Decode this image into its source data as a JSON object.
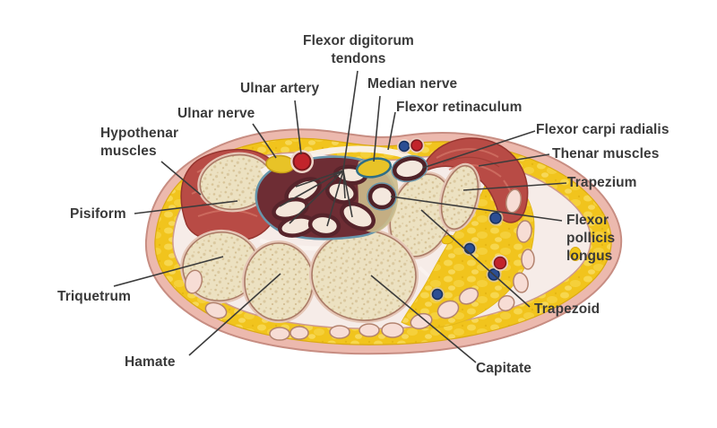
{
  "labels": {
    "flexor_digitorum_tendons": {
      "text": "Flexor digitorum\ntendons"
    },
    "ulnar_artery": {
      "text": "Ulnar artery"
    },
    "ulnar_nerve": {
      "text": "Ulnar nerve"
    },
    "median_nerve": {
      "text": "Median nerve"
    },
    "flexor_retinaculum": {
      "text": "Flexor retinaculum"
    },
    "flexor_carpi_radialis": {
      "text": "Flexor carpi radialis"
    },
    "hypothenar_muscles": {
      "text": "Hypothenar\nmuscles"
    },
    "thenar_muscles": {
      "text": "Thenar muscles"
    },
    "trapezium": {
      "text": "Trapezium"
    },
    "pisiform": {
      "text": "Pisiform"
    },
    "flexor_pollicis_longus": {
      "text": "Flexor\npollicis\nlongus"
    },
    "triquetrum": {
      "text": "Triquetrum"
    },
    "trapezoid": {
      "text": "Trapezoid"
    },
    "hamate": {
      "text": "Hamate"
    },
    "capitate": {
      "text": "Capitate"
    }
  },
  "colors": {
    "background": "#ffffff",
    "label_text": "#3a3a3a",
    "pointer_line": "#3c3c3c",
    "skin": "#ecb9ae",
    "fat": "#f1c41d",
    "fascia": "#f6ece8",
    "muscle_red": "#b84b45",
    "bone_cream": "#ece1c1",
    "carpal_tunnel": "#6e2d34",
    "tendon_fill": "#f4e7db",
    "tunnel_outline_blue": "#6796ac",
    "nerve_yellow": "#e8c327",
    "artery_red": "#c2242b",
    "vein_blue": "#2c4e93"
  }
}
